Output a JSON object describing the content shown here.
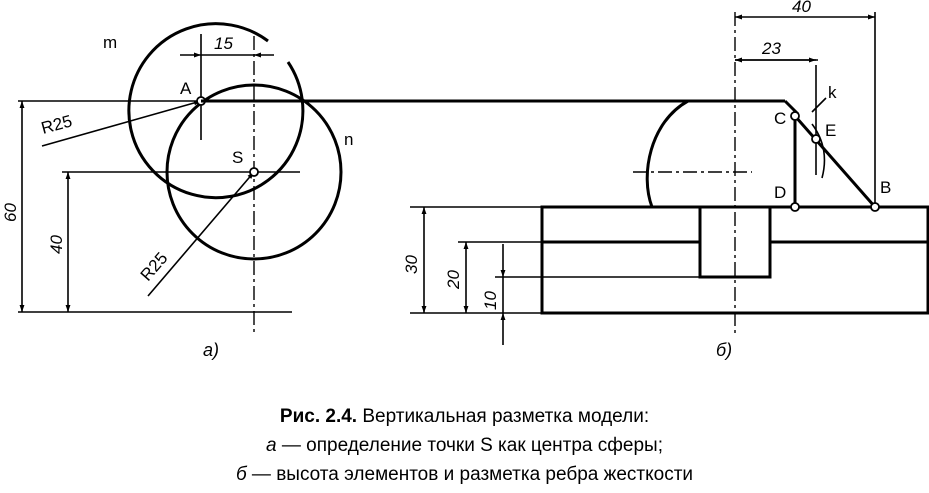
{
  "figure_a": {
    "label": "а)",
    "points": {
      "A": "A",
      "S": "S"
    },
    "circles": {
      "m": "m",
      "n": "n"
    },
    "dims": {
      "d15": "15",
      "d60": "60",
      "d40": "40",
      "r1": "R25",
      "r2": "R25"
    }
  },
  "figure_b": {
    "label": "б)",
    "points": {
      "C": "C",
      "D": "D",
      "E": "E",
      "B": "B",
      "k": "k"
    },
    "dims": {
      "d40": "40",
      "d23": "23",
      "d30": "30",
      "d20": "20",
      "d10": "10"
    }
  },
  "caption": {
    "title_bold": "Рис. 2.4.",
    "title_rest": " Вертикальная разметка модели:",
    "line2_italic": "а",
    "line2_rest": " — определение точки S как центра сферы;",
    "line3_italic": "б",
    "line3_rest": " — высота элементов и разметка ребра жесткости"
  }
}
